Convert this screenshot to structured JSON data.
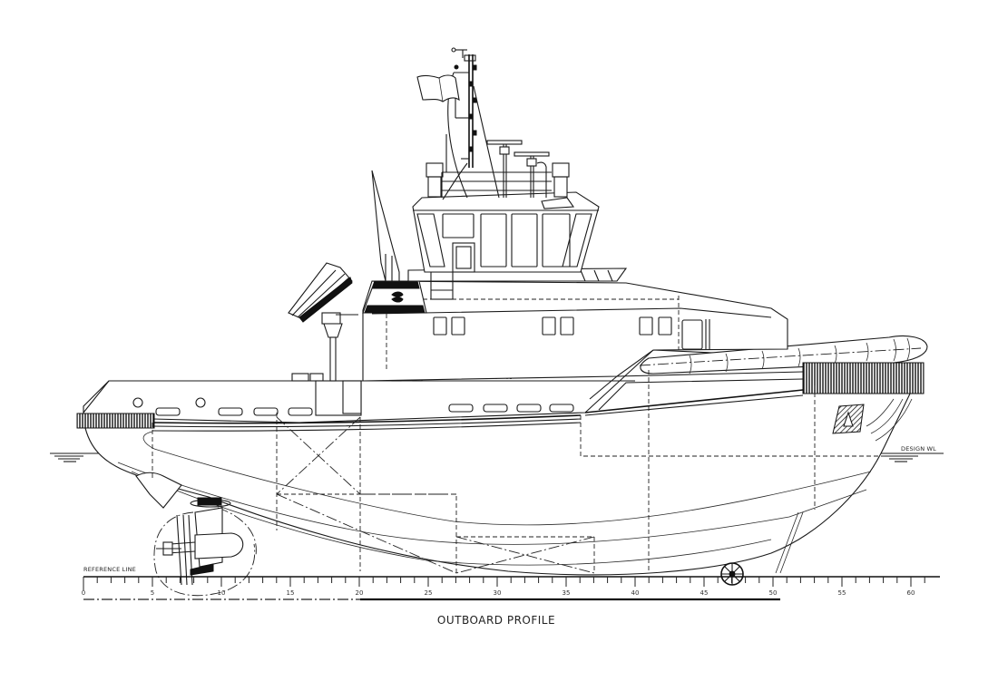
{
  "drawing": {
    "title": "OUTBOARD PROFILE",
    "type": "naval architecture profile drawing (tugboat)",
    "labels": {
      "design_waterline": "DESIGN WL",
      "reference_line": "REFERENCE LINE"
    },
    "scale": {
      "ticks": [
        "0",
        "5",
        "10",
        "15",
        "20",
        "25",
        "30",
        "35",
        "40",
        "45",
        "50",
        "55",
        "60"
      ],
      "min": 0,
      "max": 61,
      "major_step": 5,
      "minor_step": 1
    },
    "components": [
      "mast-with-flag",
      "wheelhouse",
      "radar-antennas",
      "knuckle-boom-crane",
      "funnel",
      "deckhouse",
      "bow-fender",
      "stern-fender",
      "azimuth-thruster",
      "tunnel-thruster",
      "mooring-bollards",
      "life-ring"
    ]
  }
}
